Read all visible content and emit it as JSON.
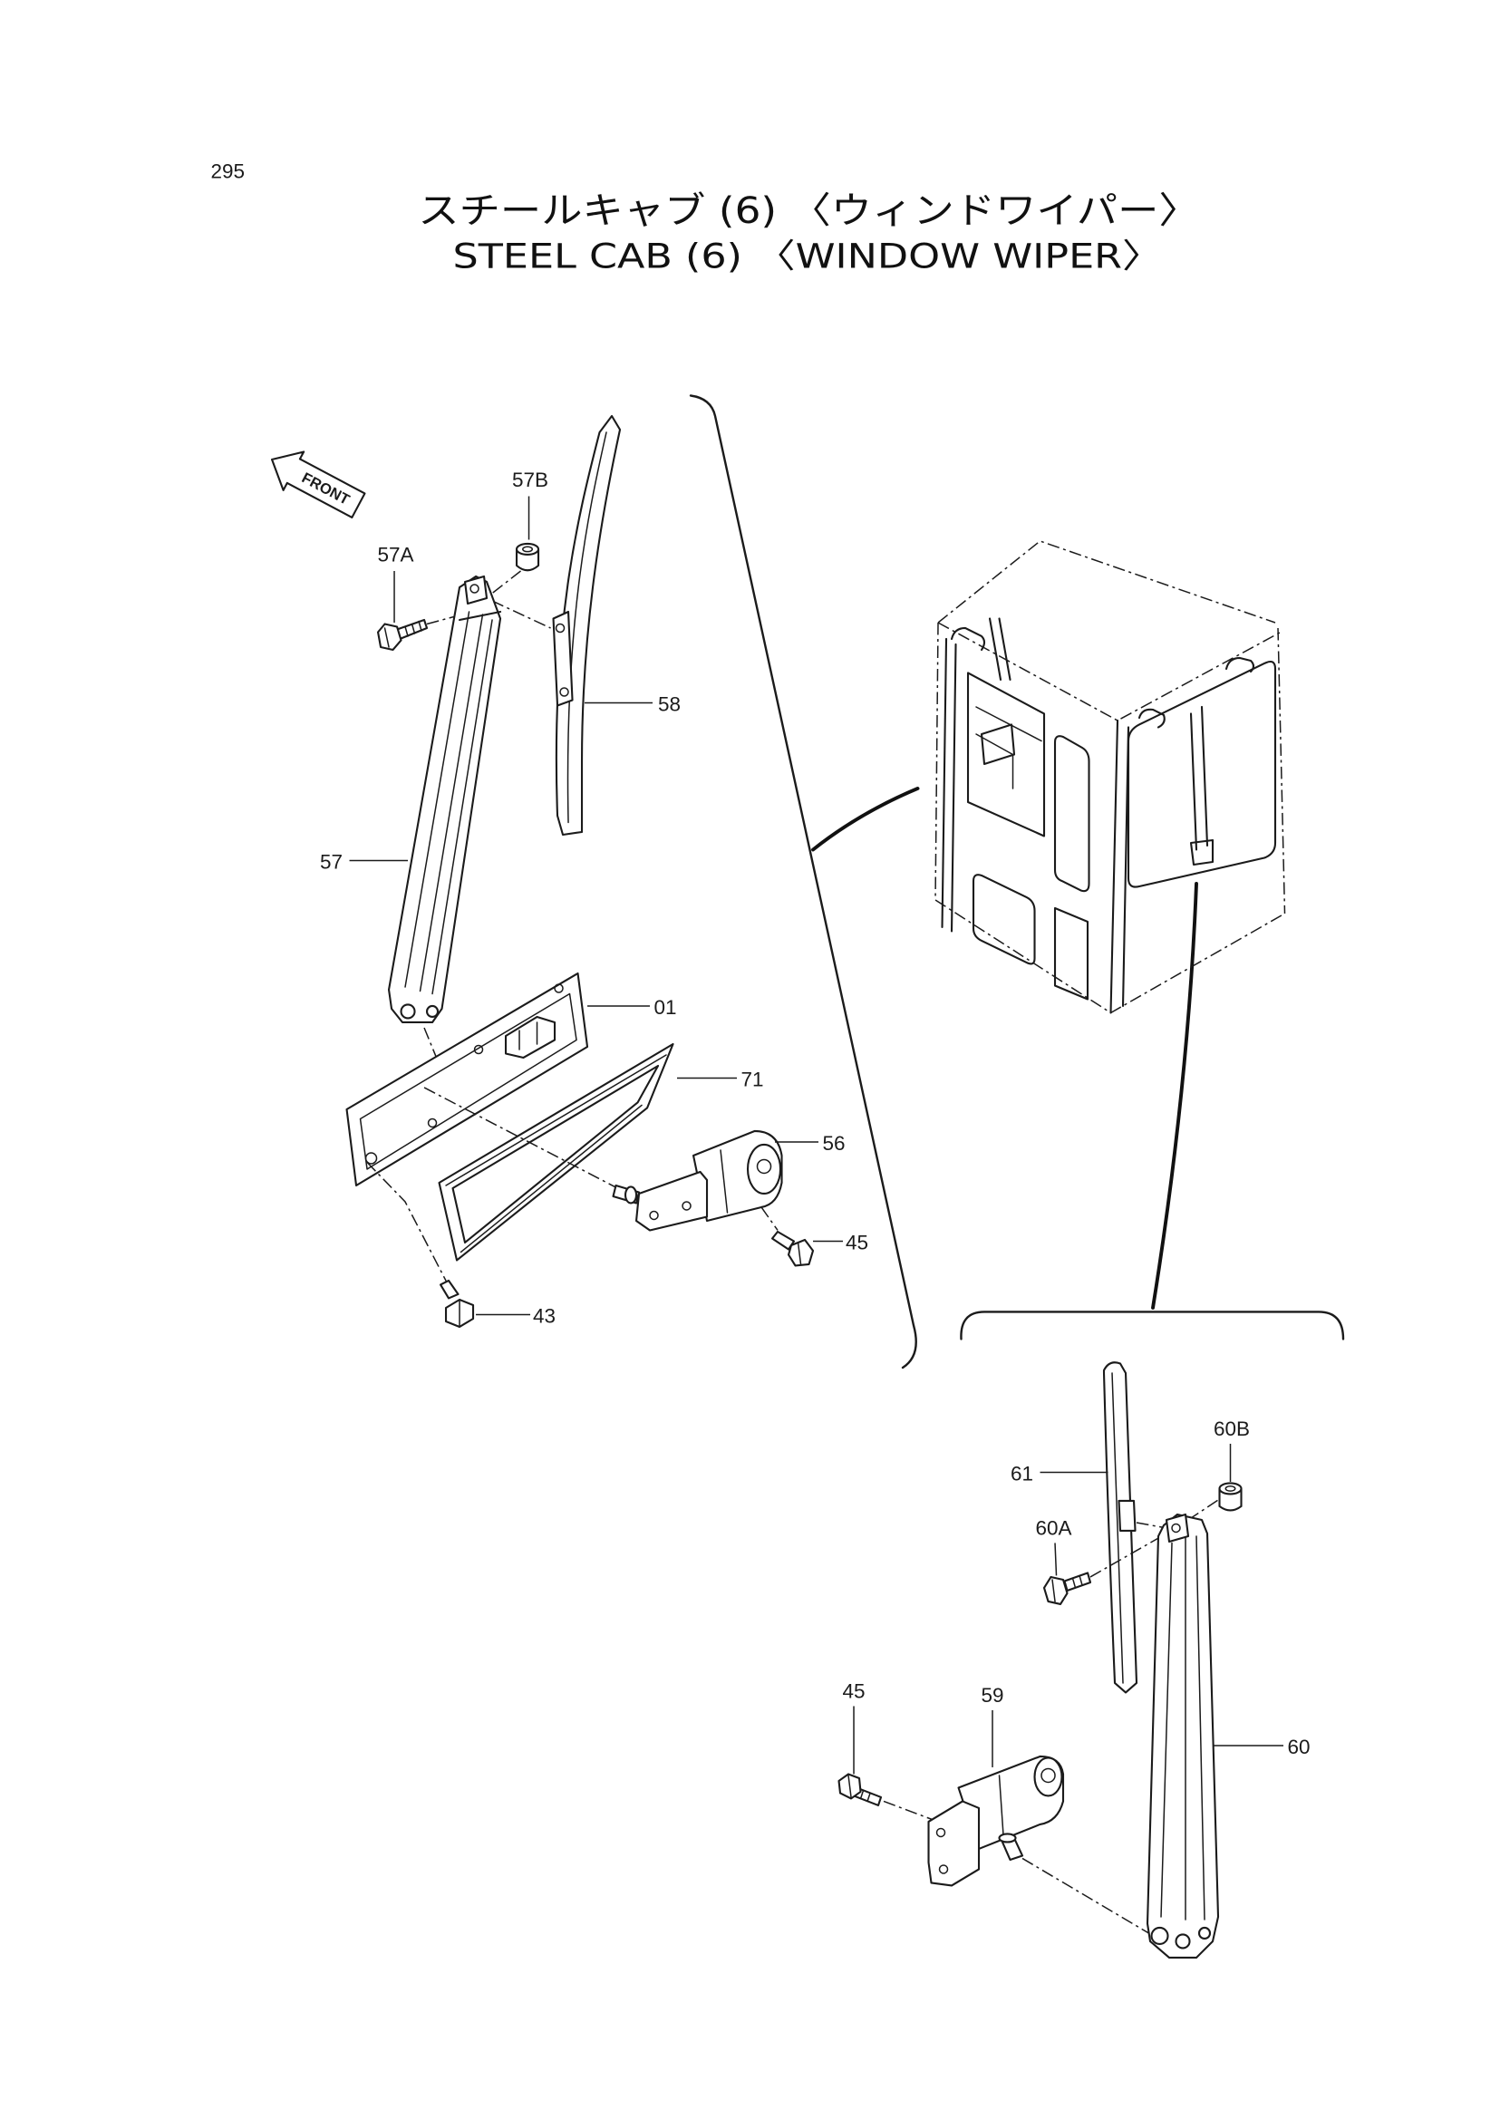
{
  "page_number": "295",
  "title": {
    "jp": "スチールキャブ (6) 〈ウィンドワイパー〉",
    "en": "STEEL CAB (6) 〈WINDOW WIPER〉"
  },
  "front_arrow_label": "FRONT",
  "callouts": [
    "57B",
    "57A",
    "58",
    "57",
    "01",
    "71",
    "56",
    "45",
    "43",
    "60B",
    "61",
    "60A",
    "45",
    "59",
    "60"
  ]
}
